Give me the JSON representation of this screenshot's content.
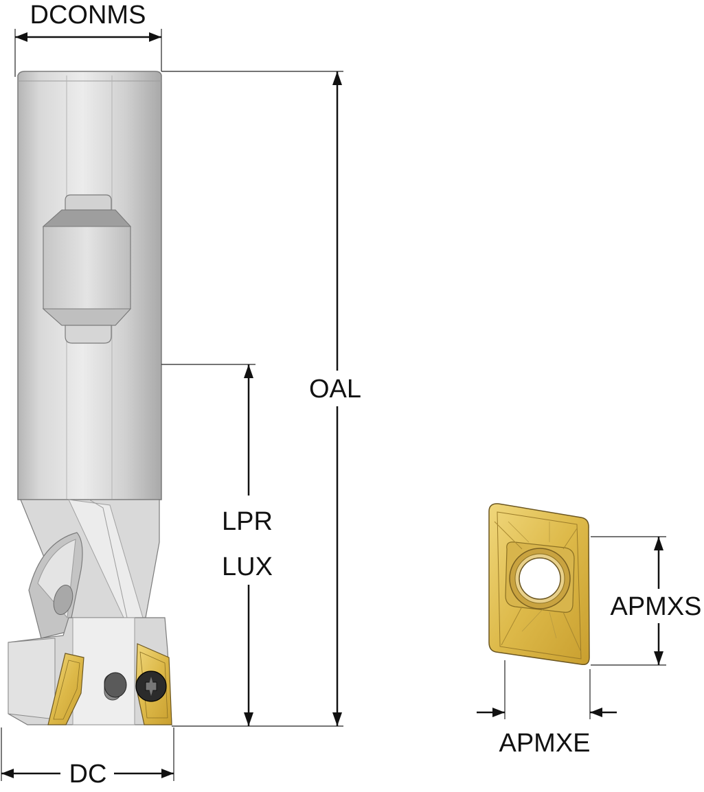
{
  "labels": {
    "dconms": "DCONMS",
    "oal": "OAL",
    "lpr": "LPR",
    "lux": "LUX",
    "dc": "DC",
    "apmxs": "APMXS",
    "apmxe": "APMXE"
  },
  "colors": {
    "shank_light": "#e6e6e6",
    "shank_mid": "#c9c9c9",
    "shank_dark": "#a8a8a8",
    "insert_gold": "#e2c25a",
    "insert_dark": "#b8902a",
    "line": "#111111"
  }
}
